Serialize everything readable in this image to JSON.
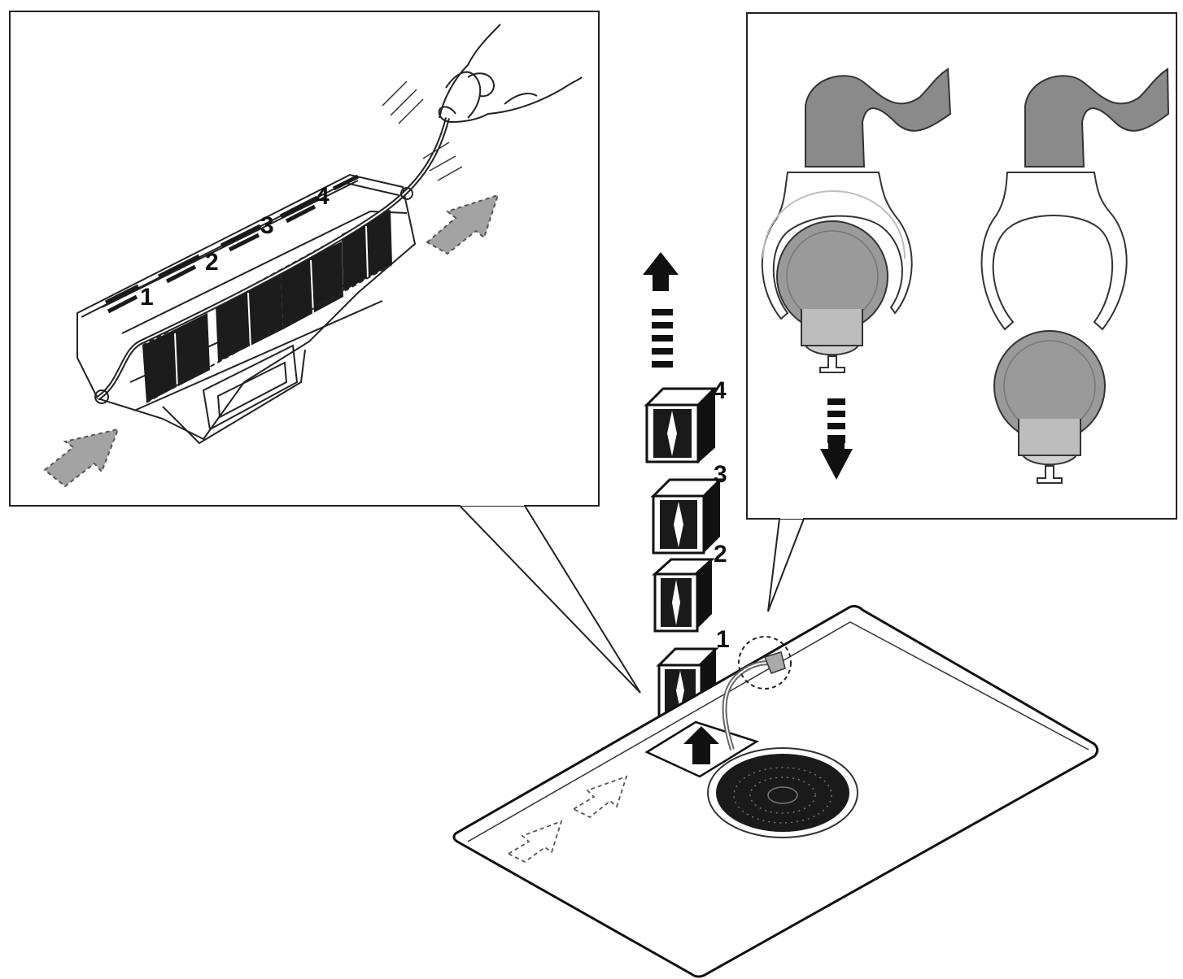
{
  "filter_labels": [
    "1",
    "2",
    "3",
    "4"
  ],
  "stack_labels": [
    "1",
    "2",
    "3",
    "4"
  ],
  "colors": {
    "ink": "#1a1a1a",
    "hose": "#8a8a8a",
    "cup": "#9a9a9a",
    "cup_dark": "#7c7c7c",
    "airflow": "#9c9c9c",
    "panel_fill": "#ffffff"
  },
  "icons": [
    "hand-icon",
    "arrow-up-icon",
    "arrow-down-icon",
    "airflow-arrow-icon",
    "fan-grille-icon"
  ]
}
